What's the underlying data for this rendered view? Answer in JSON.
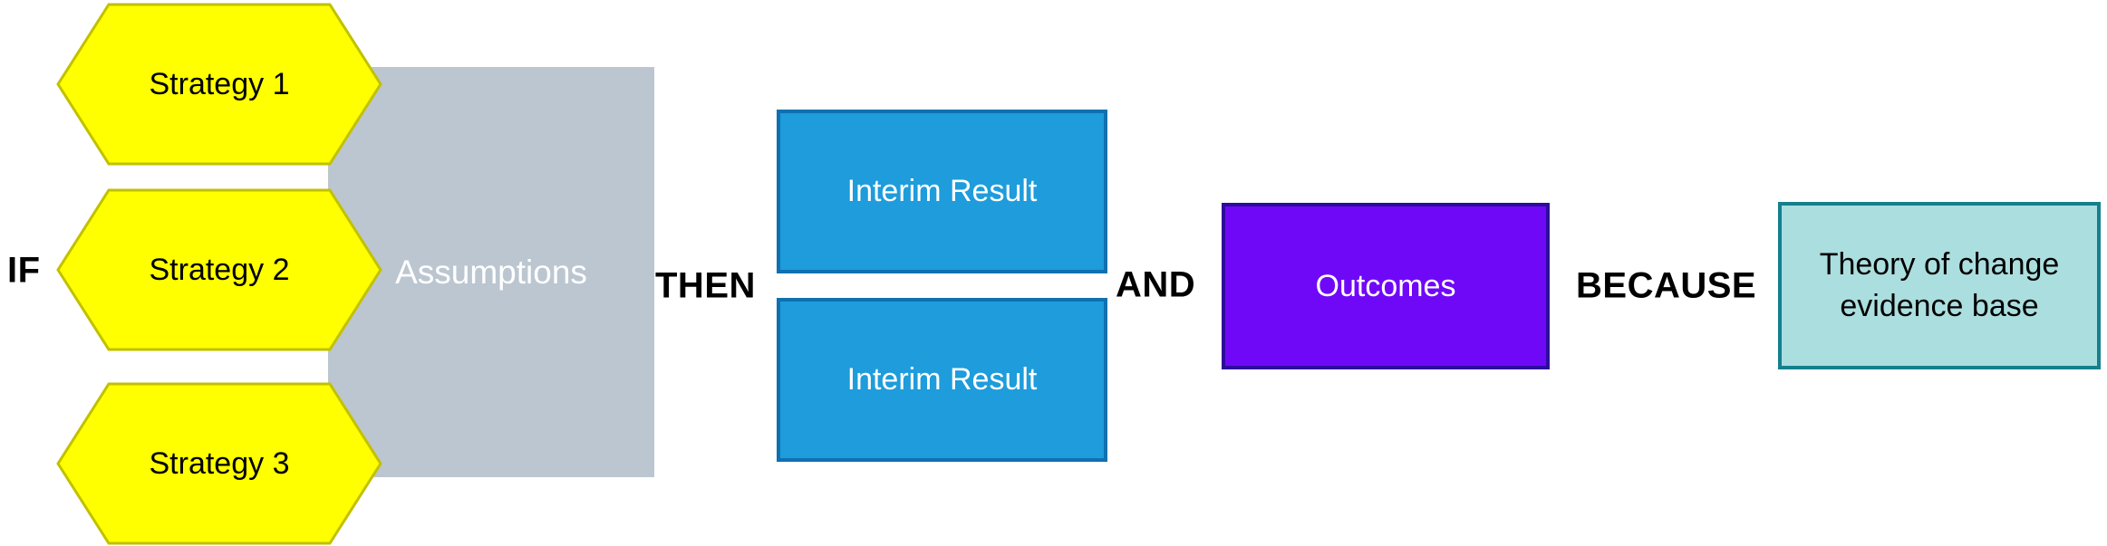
{
  "diagram": {
    "connectors": {
      "if": "IF",
      "then": "THEN",
      "and": "AND",
      "because": "BECAUSE"
    },
    "strategies": [
      "Strategy 1",
      "Strategy 2",
      "Strategy 3"
    ],
    "assumptions_label": "Assumptions",
    "interim_results": [
      "Interim Result",
      "Interim Result"
    ],
    "outcomes_label": "Outcomes",
    "evidence_label": "Theory of change\nevidence base"
  },
  "colors": {
    "yellow_fill": "#FFFF00",
    "yellow_border": "#C1C100",
    "gray_fill": "#BCC6D0",
    "blue_fill": "#1E9CDB",
    "blue_border": "#1070B0",
    "purple_fill": "#7008F8",
    "purple_border": "#2D0D9C",
    "teal_fill": "#ABDEDF",
    "teal_border": "#14808D",
    "connector_text": "#000000",
    "light_text": "#FFFFFF",
    "dark_text": "#000000"
  }
}
